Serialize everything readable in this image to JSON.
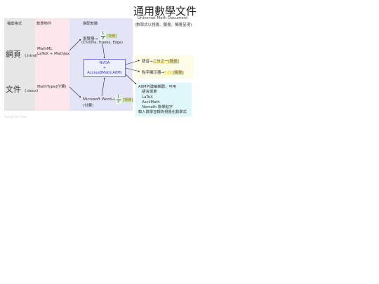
{
  "title": "通用數學文件",
  "subtitle": "Universal Math Document",
  "subnote": "(數學式以視覺、聽覺、觸覺呈現)",
  "headers": {
    "format": "檔案格式",
    "tool": "數學物件",
    "assistive": "搭配軟體"
  },
  "rows": [
    {
      "format_main": "網頁",
      "format_ext": "(.html)",
      "tool_lines": [
        "MathML",
        "LaTeX + MathJax"
      ]
    },
    {
      "format_main": "文件",
      "format_ext": "(.docx)",
      "tool_lines": [
        "MathType(付費)"
      ]
    }
  ],
  "browser": {
    "label": "瀏覽器→",
    "sub": "(Chrome, Firefox, Edge)",
    "frac_num": "1",
    "frac_den": "2",
    "tag": "[視覺]"
  },
  "word": {
    "label": "Microsoft Word→",
    "sub": "(付費)",
    "frac_num": "1",
    "frac_den": "2",
    "tag": "[視覺]"
  },
  "nvda": {
    "line1": "NVDA",
    "line2": "+",
    "line3": "Access8Math(A8M)"
  },
  "outputs": {
    "speech_label": "語音→",
    "speech_value": "二分之一",
    "speech_tag": "[聽覺]",
    "braille_label": "點字顯示器→",
    "braille_value": "⠂⠌⠆",
    "braille_tag": "[觸覺]"
  },
  "a8m": {
    "lines": [
      "A8M內建編輯器，可用",
      "　語言選單",
      "　LaTeX",
      "　AsciiMath",
      "　Nemeth 數學點字",
      "輸入數學並轉為視覺化數學式"
    ]
  },
  "credit": "Tseng-Che Chen"
}
